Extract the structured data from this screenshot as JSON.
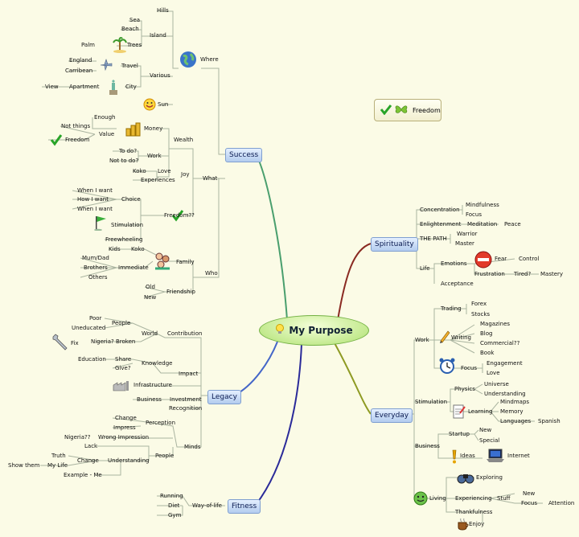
{
  "center": {
    "title": "My Purpose",
    "icon": "lightbulb-icon"
  },
  "legend": {
    "label": "Freedom",
    "icons": [
      "checkmark-icon",
      "butterfly-icon"
    ]
  },
  "colors": {
    "success": "#4a9f6e",
    "spirituality": "#8a2a22",
    "everyday": "#8e9a22",
    "legacy": "#4466c8",
    "fitness": "#2a2a99",
    "line": "#aab4a0"
  },
  "branches": {
    "success": "Success",
    "spirituality": "Spirituality",
    "everyday": "Everyday",
    "legacy": "Legacy",
    "fitness": "Fitness"
  },
  "nodes": {
    "hills": "Hills",
    "sea": "Sea",
    "beach": "Beach",
    "island": "Island",
    "palm": "Palm",
    "trees": "Trees",
    "where": "Where",
    "england": "England",
    "carribean": "Carribean",
    "travel": "Travel",
    "various": "Various",
    "view": "View",
    "apartment": "Apartment",
    "city": "City",
    "sun": "Sun",
    "enough": "Enough",
    "money": "Money",
    "not_things": "Not things",
    "value": "Value",
    "freedom_value": "Freedom",
    "wealth": "Wealth",
    "to_do": "To do?",
    "not_to_do": "Not to do?",
    "work_s": "Work",
    "koko_love": "Koko",
    "love_s": "Love",
    "joy": "Joy",
    "experiences": "Experiences",
    "what": "What",
    "when_i_want_1": "When I want",
    "how_i_want": "How I want",
    "choice": "Choice",
    "when_i_want_2": "When I want",
    "stimulation_s": "Stimulation",
    "freedom_q": "Freedom??",
    "freewheeling": "Freewheeling",
    "kids": "Kids",
    "koko_kids": "Koko",
    "family": "Family",
    "mum_dad": "Mum/Dad",
    "brothers": "Brothers",
    "immediate": "Immediate",
    "others": "Others",
    "who": "Who",
    "old": "Old",
    "new_friend": "New",
    "friendship": "Friendship",
    "concentration": "Concentration",
    "mindfulness": "Mindfulness",
    "focus_sp": "Focus",
    "enlightenment": "Enlightenment",
    "meditation": "Meditation",
    "peace": "Peace",
    "the_path": "THE PATH",
    "warrior": "Warrior",
    "master": "Master",
    "life": "Life",
    "emotions": "Emotions",
    "fear": "Fear",
    "control": "Control",
    "frustration": "Frustration",
    "tired": "Tired?",
    "mastery": "Mastery",
    "acceptance": "Acceptance",
    "trading": "Trading",
    "forex": "Forex",
    "stocks": "Stocks",
    "work_e": "Work",
    "writing": "Writing",
    "magazines": "Magazines",
    "blog": "Blog",
    "commercial": "Commercial??",
    "book": "Book",
    "focus_e": "Focus",
    "engagement": "Engagement",
    "love_e": "Love",
    "physics": "Physics",
    "universe": "Universe",
    "understanding_e": "Understanding",
    "stimulation_e": "Stimulation",
    "learning": "Learning",
    "mindmaps": "Mindmaps",
    "memory": "Memory",
    "languages": "Languages",
    "spanish": "Spanish",
    "startup": "Startup",
    "new_e": "New",
    "special": "Special",
    "business_e": "Business",
    "ideas": "Ideas",
    "internet": "Internet",
    "exploring": "Exploring",
    "living": "Living",
    "experiencing": "Experiencing",
    "stuff": "Stuff",
    "new_stuff": "New",
    "focus_live": "Focus",
    "attention": "Attention",
    "thankfulness": "Thankfulness",
    "enjoy": "Enjoy",
    "poor": "Poor",
    "people_l": "People",
    "uneducated": "Uneducated",
    "world": "World",
    "contribution": "Contribution",
    "fix": "Fix",
    "nigeria_broken": "Nigeria? Broken",
    "education": "Education",
    "share": "Share",
    "knowledge": "Knowledge",
    "give": "Give?",
    "impact": "Impact",
    "infrastructure": "Infrastructure",
    "business_l": "Business",
    "investment": "Investment",
    "recognition": "Recognition",
    "change_l": "Change",
    "perception": "Perception",
    "impress": "Impress",
    "nigeria_q": "Nigeria??",
    "wrong_impression": "Wrong Impression",
    "lack": "Lack",
    "people_m": "People",
    "minds": "Minds",
    "truth": "Truth",
    "change_u": "Change",
    "understanding_l": "Understanding",
    "show_them": "Show them",
    "my_life": "My Life",
    "example_me": "Example - Me",
    "running": "Running",
    "diet": "Diet",
    "way_of_life": "Way-of-life",
    "gym": "Gym"
  },
  "icons": [
    "globe-icon",
    "palm-tree-icon",
    "airplane-icon",
    "statue-icon",
    "smiley-icon",
    "coins-icon",
    "checkmark-icon",
    "flag-icon",
    "family-icon",
    "no-entry-icon",
    "pencil-icon",
    "alarm-clock-icon",
    "notepad-icon",
    "exclamation-icon",
    "laptop-icon",
    "binoculars-icon",
    "face-icon",
    "coffee-icon",
    "wrench-icon",
    "factory-icon"
  ]
}
